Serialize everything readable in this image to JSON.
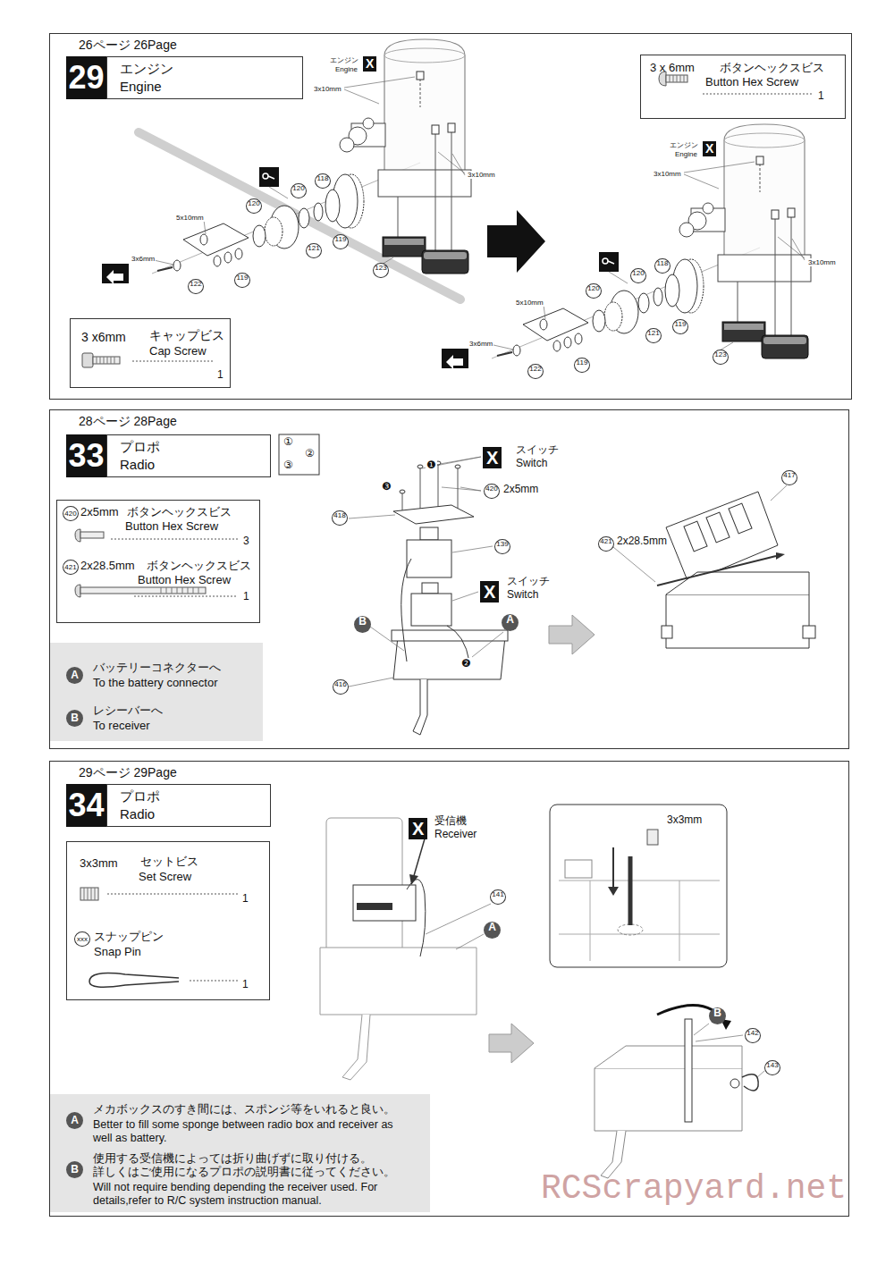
{
  "diagram": {
    "nodes": [
      {
        "text": [
          "26ページ 26Page"
        ]
      },
      {
        "text": [
          "29"
        ],
        "in": 0
      },
      {
        "text": [
          "エンジン",
          "Engine"
        ],
        "in": 0
      },
      {
        "text": [
          "3 x6mm",
          "キャップビス",
          "Cap Screw",
          "1"
        ],
        "in": 0
      },
      {
        "text": [
          "3 x 6mm",
          "ボタンヘックスビス",
          "Button Hex Screw",
          "1"
        ],
        "in": 0
      },
      {
        "text": [
          "28ページ 28Page"
        ]
      },
      {
        "text": [
          "33"
        ],
        "in": 5
      },
      {
        "text": [
          "プロポ",
          "Radio"
        ],
        "in": 5
      },
      {
        "text": [
          "420",
          "2x5mm",
          "ボタンヘックスビス",
          "Button Hex Screw",
          "3",
          "421",
          "2x28.5mm",
          "ボタンヘックスビス",
          "Button Hex Screw",
          "1"
        ],
        "in": 5
      },
      {
        "text": [
          "A",
          "バッテリーコネクターへ",
          "To the battery connector",
          "B",
          "レシーバーへ",
          "To receiver"
        ],
        "in": 5
      },
      {
        "text": [
          "29ページ 29Page"
        ]
      },
      {
        "text": [
          "34"
        ],
        "in": 10
      },
      {
        "text": [
          "プロポ",
          "Radio"
        ],
        "in": 10
      },
      {
        "text": [
          "3x3mm",
          "セットビス",
          "Set Screw",
          "1",
          "xxx",
          "スナップピン",
          "Snap Pin",
          "1"
        ],
        "in": 10
      },
      {
        "text": [
          "A",
          "メカボックスのすき間には、スポンジ等をいれると良い。",
          "Better to fill some sponge between radio box and receiver as well as battery.",
          "B",
          "使用する受信機によっては折り曲げずに取り付ける。 詳しくはご使用になるプロポの説明書に従ってください。",
          "Will not require bending depending the receiver used. For details,refer to R/C system instruction manual."
        ],
        "in": 10
      }
    ],
    "labels": [
      "エンジン",
      "Engine",
      "X",
      "3x10mm",
      "3x10mm",
      "5x10mm",
      "3x6mm",
      "118",
      "120",
      "120",
      "121",
      "119",
      "122",
      "119",
      "123",
      "エンジン",
      "Engine",
      "X",
      "3x10mm",
      "3x10mm",
      "5x10mm",
      "3x6mm",
      "118",
      "120",
      "120",
      "121",
      "119",
      "122",
      "119",
      "123",
      "①",
      "②",
      "③",
      "X",
      "スイッチ",
      "Switch",
      "❶",
      "❸",
      "420",
      "2x5mm",
      "418",
      "139",
      "X",
      "スイッチ",
      "Switch",
      "B",
      "A",
      "❷",
      "416",
      "417",
      "421",
      "2x28.5mm",
      "X",
      "受信機",
      "Receiver",
      "141",
      "A",
      "3x3mm",
      "B",
      "142",
      "143",
      "RCScrapyard.net"
    ]
  }
}
